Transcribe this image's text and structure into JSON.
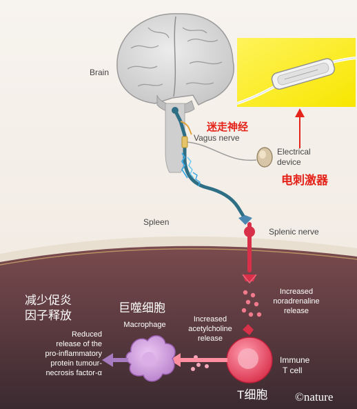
{
  "labels": {
    "brain": "Brain",
    "vagus_cn": "迷走神经",
    "vagus": "Vagus nerve",
    "device_line1": "Electrical",
    "device_line2": "device",
    "device_cn": "电刺激器",
    "spleen": "Spleen",
    "splenic": "Splenic nerve",
    "noradrenaline_line1": "Increased",
    "noradrenaline_line2": "noradrenaline",
    "noradrenaline_line3": "release",
    "acetyl_line1": "Increased",
    "acetyl_line2": "acetylcholine",
    "acetyl_line3": "release",
    "macrophage_cn": "巨噬细胞",
    "macrophage": "Macrophage",
    "reduce_cn_line1": "减少促炎",
    "reduce_cn_line2": "因子释放",
    "reduced_line1": "Reduced",
    "reduced_line2": "release of the",
    "reduced_line3": "pro-inflammatory",
    "reduced_line4": "protein tumour-",
    "reduced_line5": "necrosis factor-α",
    "immune_line1": "Immune",
    "immune_line2": "T cell",
    "tcell_cn": "T细胞",
    "credit": "©nature"
  },
  "colors": {
    "nerve_red": "#d9304a",
    "nerve_teal": "#2f6f86",
    "photo_yellow": "#fff200",
    "macrophage": "#c58fd6",
    "annotation_red": "#e4231a"
  }
}
